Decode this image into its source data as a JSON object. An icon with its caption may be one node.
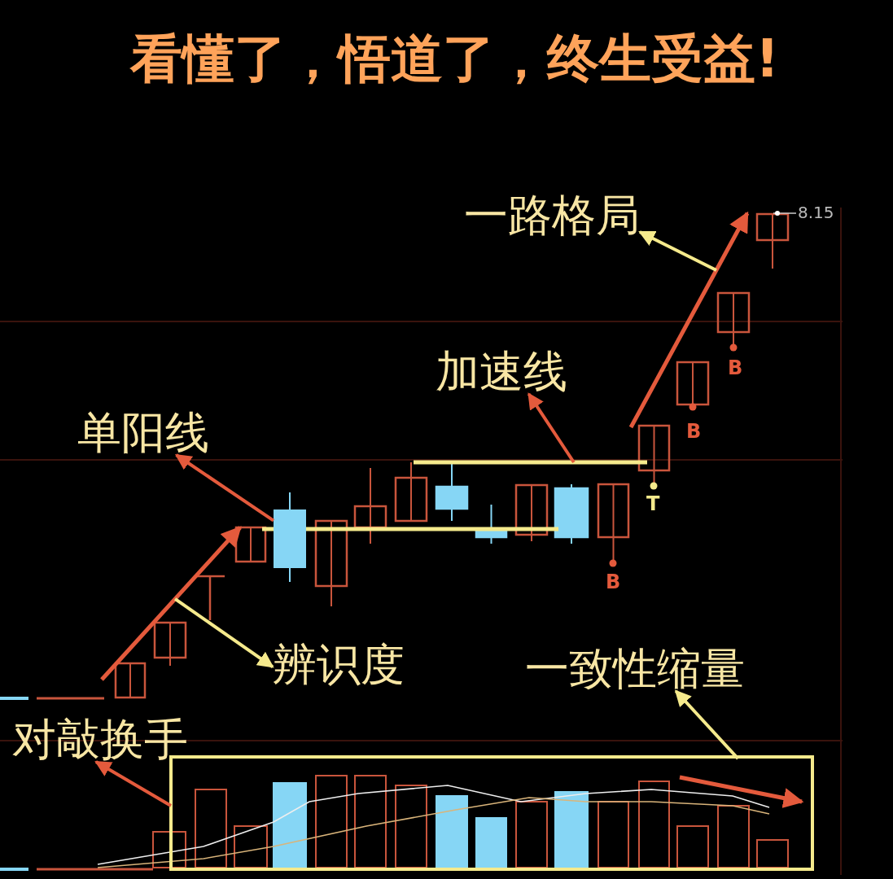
{
  "diagram": {
    "title": "看懂了，悟道了，终生受益!",
    "nodes": [
      {
        "text": [
          "一路格局"
        ]
      },
      {
        "text": [
          "加速线"
        ]
      },
      {
        "text": [
          "单阳线"
        ]
      },
      {
        "text": [
          "辨识度"
        ]
      },
      {
        "text": [
          "一致性缩量"
        ]
      },
      {
        "text": [
          "对敲换手"
        ]
      },
      {
        "text": [],
        "shape": "arrow"
      },
      {
        "text": [],
        "shape": "line"
      },
      {
        "text": [],
        "shape": "bar"
      },
      {
        "text": [],
        "shape": "arrow"
      },
      {
        "text": [],
        "shape": "box"
      }
    ],
    "edges": [
      {
        "from": 6,
        "to": 0,
        "arrow": "to",
        "color": "#f5ea8c"
      },
      {
        "from": 7,
        "to": 1,
        "arrow": "to",
        "color": "#e45a3c"
      },
      {
        "from": 8,
        "to": 2,
        "arrow": "to",
        "color": "#e45a3c"
      },
      {
        "from": 9,
        "to": 3,
        "arrow": "to",
        "color": "#f5ea8c"
      },
      {
        "from": 10,
        "to": 4,
        "arrow": "to",
        "color": "#f5ea8c"
      },
      {
        "from": 10,
        "to": 5,
        "arrow": "to",
        "color": "#e45a3c"
      }
    ],
    "labels": [
      "8.15",
      "B",
      "B",
      "T",
      "B"
    ]
  }
}
